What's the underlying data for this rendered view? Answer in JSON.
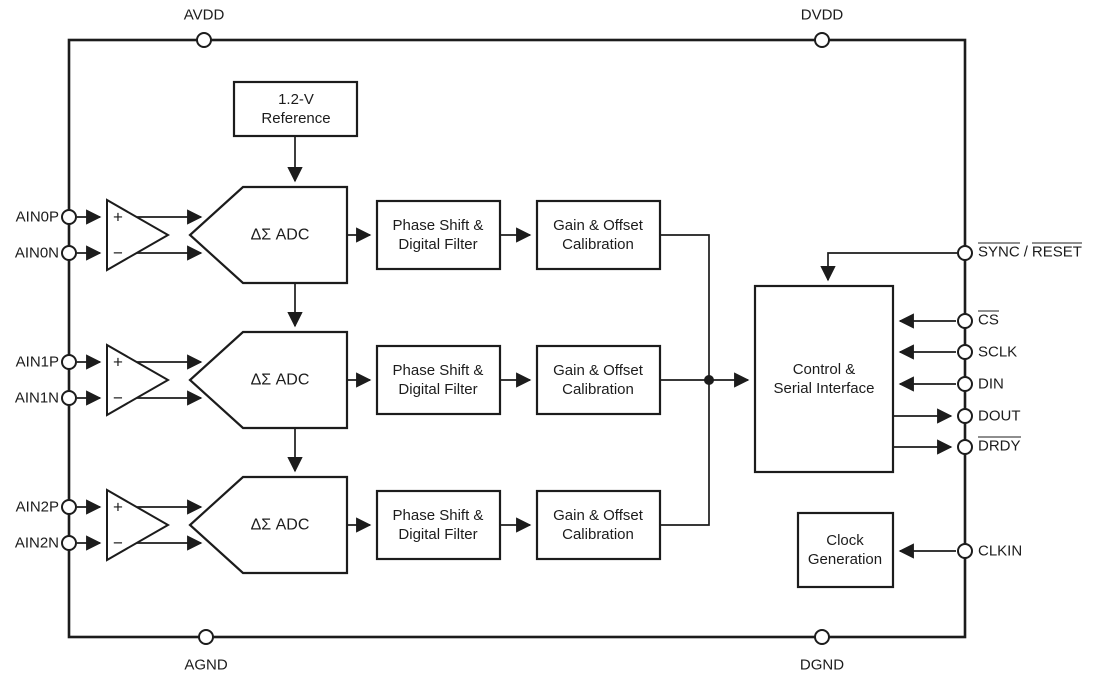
{
  "power_pins": {
    "avdd": "AVDD",
    "dvdd": "DVDD",
    "agnd": "AGND",
    "dgnd": "DGND"
  },
  "channels": [
    {
      "pos": "AIN0P",
      "neg": "AIN0N"
    },
    {
      "pos": "AIN1P",
      "neg": "AIN1N"
    },
    {
      "pos": "AIN2P",
      "neg": "AIN2N"
    }
  ],
  "amplifier": {
    "plus": "+",
    "minus": "−"
  },
  "blocks": {
    "reference": "1.2-V\nReference",
    "adc": "ΔΣ ADC",
    "phase_filter": "Phase Shift &\nDigital Filter",
    "gain_cal": "Gain & Offset\nCalibration",
    "control": "Control &\nSerial Interface",
    "clock": "Clock\nGeneration"
  },
  "interface_pins": {
    "sync": "SYNC",
    "separator": "/",
    "reset": "RESET",
    "cs": "CS",
    "sclk": "SCLK",
    "din": "DIN",
    "dout": "DOUT",
    "drdy": "DRDY",
    "clkin": "CLKIN"
  },
  "colors": {
    "line": "#1c1c1c",
    "background": "#ffffff"
  }
}
